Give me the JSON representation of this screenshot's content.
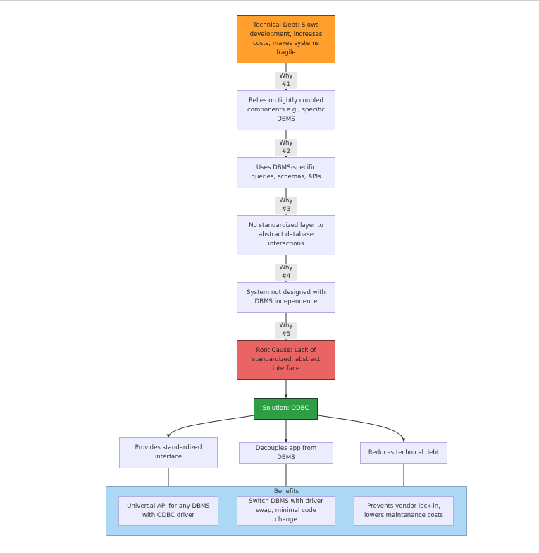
{
  "diagram": {
    "problem": "Technical Debt: Slows development, increases costs, makes systems fragile",
    "steps": [
      {
        "why": "Why #1",
        "text": "Relies on tightly coupled components e.g., specific DBMS"
      },
      {
        "why": "Why #2",
        "text": "Uses DBMS-specific queries, schemas, APIs"
      },
      {
        "why": "Why #3",
        "text": "No standardized layer to abstract database interactions"
      },
      {
        "why": "Why #4",
        "text": "System not designed with DBMS independence"
      }
    ],
    "root_why": "Why #5",
    "root_cause": "Root Cause: Lack of standardized, abstract interface",
    "solution": "Solution: ODBC",
    "actions": [
      "Provides standardized interface",
      "Decouples app from DBMS",
      "Reduces technical debt"
    ],
    "benefits_title": "Benefits",
    "benefits": [
      "Universal API for any DBMS with ODBC driver",
      "Switch DBMS with driver swap, minimal code change",
      "Prevents vendor lock-in, lowers maintenance costs"
    ],
    "colors": {
      "problem": "#ff9f2e",
      "root_cause": "#eb6464",
      "solution": "#2e9e44",
      "node": "#ececff",
      "benefits_cluster": "#add8f5"
    }
  }
}
